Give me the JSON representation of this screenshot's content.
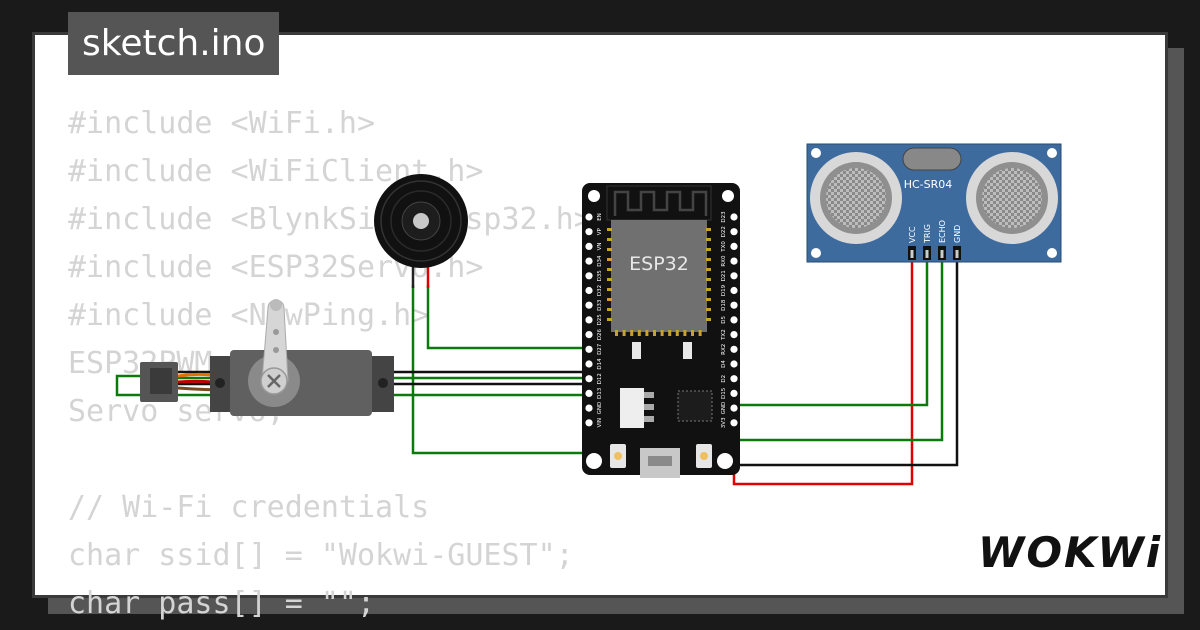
{
  "tab": {
    "filename": "sketch.ino"
  },
  "code_lines": [
    "#include <WiFi.h>",
    "#include <WiFiClient.h>",
    "#include <BlynkSimpleEsp32.h>",
    "#include <ESP32Servo.h>",
    "#include <NewPing.h>",
    "ESP32PWM",
    "Servo servo;",
    "",
    "// Wi-Fi credentials",
    "char ssid[] = \"Wokwi-GUEST\";",
    "char pass[] = \"\";"
  ],
  "esp32": {
    "chip_label": "ESP32",
    "pins_left": [
      "EN",
      "VP",
      "VN",
      "D34",
      "D35",
      "D32",
      "D33",
      "D25",
      "D26",
      "D27",
      "D14",
      "D12",
      "D13",
      "GND",
      "VIN"
    ],
    "pins_right": [
      "D23",
      "D22",
      "TX0",
      "RX0",
      "D21",
      "D19",
      "D18",
      "D5",
      "TX2",
      "RX2",
      "D4",
      "D2",
      "D15",
      "GND",
      "3V3"
    ]
  },
  "sensor": {
    "model_label": "HC-SR04",
    "pins": [
      "VCC",
      "TRIG",
      "ECHO",
      "GND"
    ]
  },
  "brand": {
    "logo_text": "WOKWi"
  },
  "colors": {
    "background": "#1a1a1a",
    "card": "#ffffff",
    "tab": "#555555",
    "code_text": "#d4d4d4",
    "wire_green": "#0a7a0a",
    "wire_red": "#e00000",
    "wire_black": "#111111",
    "sensor_board": "#3d6b9e"
  }
}
